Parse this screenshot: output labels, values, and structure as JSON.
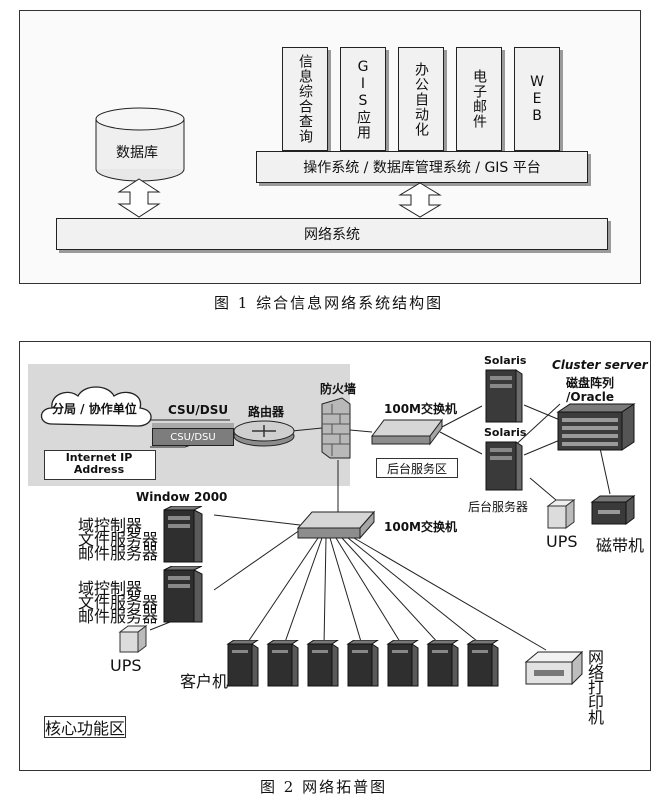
{
  "figure1": {
    "caption": "图 1   综合信息网络系统结构图",
    "database_label": "数据库",
    "platform_label": "操作系统 / 数据库管理系统 / GIS 平台",
    "network_label": "网络系统",
    "apps": [
      {
        "label": "信息综合查询"
      },
      {
        "label": "GIS应用"
      },
      {
        "label": "办公自动化"
      },
      {
        "label": "电子邮件"
      },
      {
        "label": "WEB"
      }
    ]
  },
  "figure2": {
    "caption": "图 2   网络拓普图",
    "branch_label": "分局 / 协作单位",
    "internet_ip_label": "Internet IP Address",
    "csu_label": "CSU/DSU",
    "csu_device_label": "CSU/DSU",
    "router_label": "路由器",
    "firewall_label": "防火墙",
    "switch_top_label": "100M交换机",
    "backend_zone_label": "后台服务区",
    "solaris_1_label": "Solaris",
    "solaris_2_label": "Solaris",
    "cluster_label": "Cluster server",
    "disk_array_label": "磁盘阵列",
    "oracle_label": "/Oracle",
    "backend_server_label": "后台服务器",
    "ups_right_label": "UPS",
    "tape_label": "磁带机",
    "windows_label": "Window 2000",
    "server_roles_1": [
      "域控制器",
      "文件服务器",
      "邮件服务器"
    ],
    "server_roles_2": [
      "域控制器",
      "文件服务器",
      "邮件服务器"
    ],
    "switch_core_label": "100M交换机",
    "ups_left_label": "UPS",
    "client_label": "客户机",
    "printer_label": "网络打印机",
    "core_zone_label": "核心功能区"
  }
}
